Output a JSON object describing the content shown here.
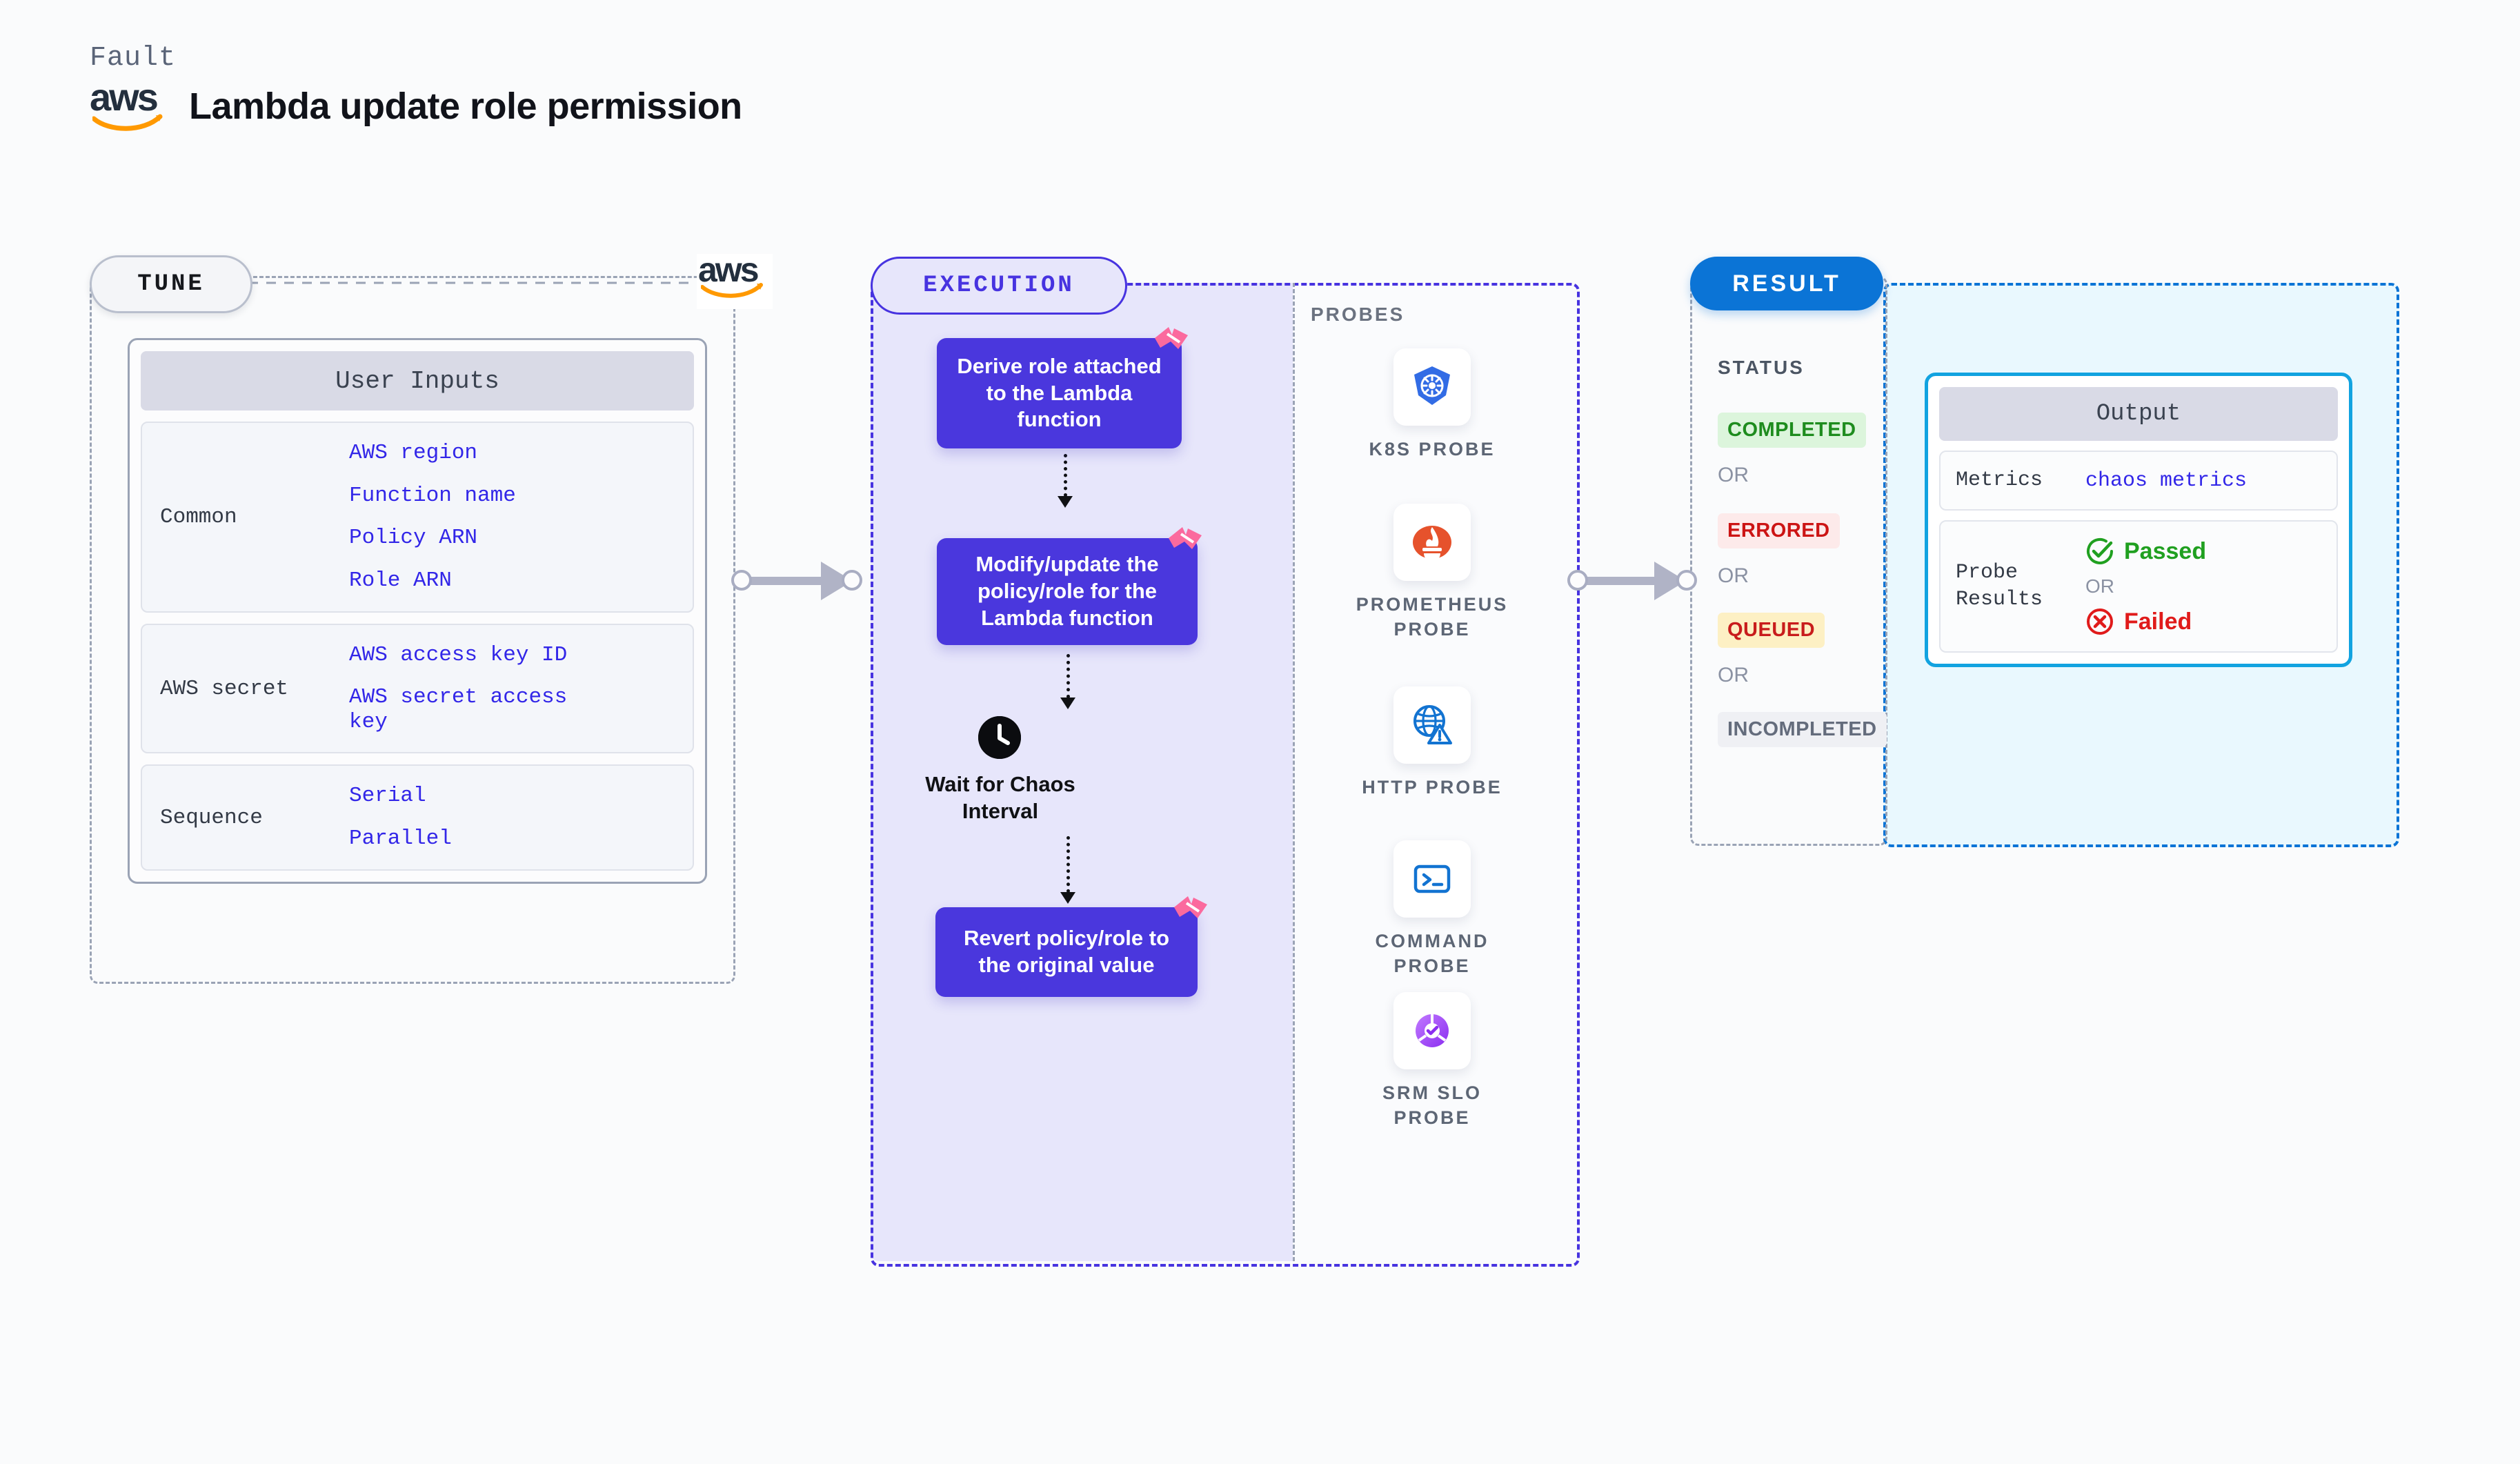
{
  "header": {
    "kicker": "Fault",
    "brand": "aws",
    "title": "Lambda update role permission"
  },
  "tune": {
    "badge": "TUNE",
    "brand": "aws",
    "card_title": "User Inputs",
    "groups": [
      {
        "label": "Common",
        "items": [
          "AWS region",
          "Function name",
          "Policy ARN",
          "Role ARN"
        ]
      },
      {
        "label": "AWS secret",
        "items": [
          "AWS access key ID",
          "AWS secret access key"
        ]
      },
      {
        "label": "Sequence",
        "items": [
          "Serial",
          "Parallel"
        ]
      }
    ]
  },
  "execution": {
    "badge": "EXECUTION",
    "nodes": [
      {
        "text": "Derive role attached to the Lambda function"
      },
      {
        "text": "Modify/update the policy/role for the Lambda function"
      },
      {
        "text": "Revert policy/role to the original value"
      }
    ],
    "wait_label": "Wait for Chaos Interval",
    "probes_title": "PROBES",
    "probes": [
      {
        "label": "K8S PROBE",
        "icon": "kubernetes-icon"
      },
      {
        "label": "PROMETHEUS PROBE",
        "icon": "prometheus-icon"
      },
      {
        "label": "HTTP PROBE",
        "icon": "globe-warning-icon"
      },
      {
        "label": "COMMAND PROBE",
        "icon": "terminal-icon"
      },
      {
        "label": "SRM SLO PROBE",
        "icon": "slo-donut-icon"
      }
    ]
  },
  "result": {
    "badge": "RESULT",
    "status_title": "STATUS",
    "or": "OR",
    "statuses": [
      {
        "label": "COMPLETED",
        "bg": "#dcf5dc",
        "fg": "#1e8c1e"
      },
      {
        "label": "ERRORED",
        "bg": "#fdeaea",
        "fg": "#cc1414"
      },
      {
        "label": "QUEUED",
        "bg": "#fdf0c4",
        "fg": "#c81c1c"
      },
      {
        "label": "INCOMPLETED",
        "bg": "#eff0f4",
        "fg": "#646c7c"
      }
    ],
    "output": {
      "title": "Output",
      "metrics_label": "Metrics",
      "metrics_value": "chaos metrics",
      "probe_results_label": "Probe Results",
      "passed": "Passed",
      "failed": "Failed",
      "or": "OR"
    }
  },
  "colors": {
    "accent_purple": "#4733e0",
    "accent_blue": "#0b74d6",
    "node_purple": "#4a37dd",
    "link_blue": "#3226e8",
    "litmus_pink": "#fb6a9e"
  }
}
